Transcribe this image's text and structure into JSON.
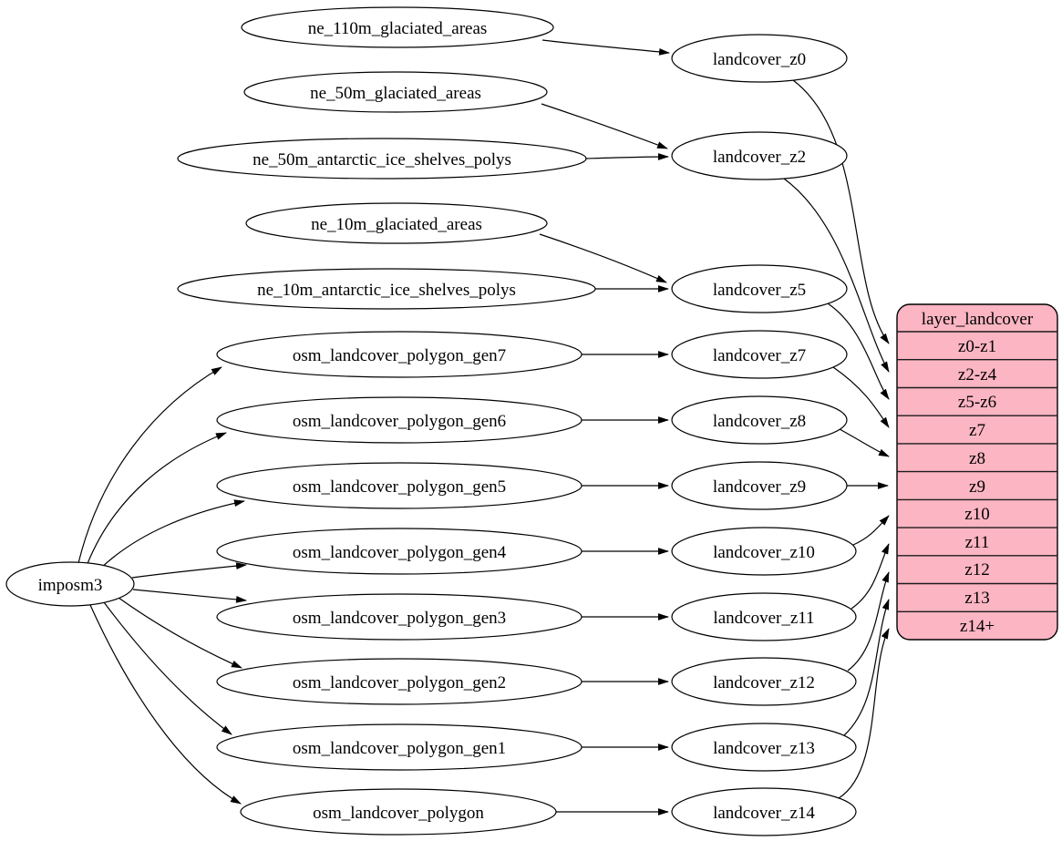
{
  "styles": {
    "background": "#ffffff",
    "node_fill": "#ffffff",
    "node_stroke": "#000000",
    "edge_color": "#000000",
    "table_fill": "#fcb5c2",
    "table_stroke": "#000000",
    "text_color": "#000000"
  },
  "nodes": [
    {
      "id": "imposm3",
      "label": "imposm3"
    },
    {
      "id": "ne_110m_glaciated_areas",
      "label": "ne_110m_glaciated_areas"
    },
    {
      "id": "ne_50m_glaciated_areas",
      "label": "ne_50m_glaciated_areas"
    },
    {
      "id": "ne_50m_antarctic_ice_shelves_polys",
      "label": "ne_50m_antarctic_ice_shelves_polys"
    },
    {
      "id": "ne_10m_glaciated_areas",
      "label": "ne_10m_glaciated_areas"
    },
    {
      "id": "ne_10m_antarctic_ice_shelves_polys",
      "label": "ne_10m_antarctic_ice_shelves_polys"
    },
    {
      "id": "osm_landcover_polygon_gen7",
      "label": "osm_landcover_polygon_gen7"
    },
    {
      "id": "osm_landcover_polygon_gen6",
      "label": "osm_landcover_polygon_gen6"
    },
    {
      "id": "osm_landcover_polygon_gen5",
      "label": "osm_landcover_polygon_gen5"
    },
    {
      "id": "osm_landcover_polygon_gen4",
      "label": "osm_landcover_polygon_gen4"
    },
    {
      "id": "osm_landcover_polygon_gen3",
      "label": "osm_landcover_polygon_gen3"
    },
    {
      "id": "osm_landcover_polygon_gen2",
      "label": "osm_landcover_polygon_gen2"
    },
    {
      "id": "osm_landcover_polygon_gen1",
      "label": "osm_landcover_polygon_gen1"
    },
    {
      "id": "osm_landcover_polygon",
      "label": "osm_landcover_polygon"
    },
    {
      "id": "landcover_z0",
      "label": "landcover_z0"
    },
    {
      "id": "landcover_z2",
      "label": "landcover_z2"
    },
    {
      "id": "landcover_z5",
      "label": "landcover_z5"
    },
    {
      "id": "landcover_z7",
      "label": "landcover_z7"
    },
    {
      "id": "landcover_z8",
      "label": "landcover_z8"
    },
    {
      "id": "landcover_z9",
      "label": "landcover_z9"
    },
    {
      "id": "landcover_z10",
      "label": "landcover_z10"
    },
    {
      "id": "landcover_z11",
      "label": "landcover_z11"
    },
    {
      "id": "landcover_z12",
      "label": "landcover_z12"
    },
    {
      "id": "landcover_z13",
      "label": "landcover_z13"
    },
    {
      "id": "landcover_z14",
      "label": "landcover_z14"
    }
  ],
  "table": {
    "title": "layer_landcover",
    "rows": [
      "z0-z1",
      "z2-z4",
      "z5-z6",
      "z7",
      "z8",
      "z9",
      "z10",
      "z11",
      "z12",
      "z13",
      "z14+"
    ]
  },
  "edges": [
    {
      "from": "imposm3",
      "to": "osm_landcover_polygon_gen7"
    },
    {
      "from": "imposm3",
      "to": "osm_landcover_polygon_gen6"
    },
    {
      "from": "imposm3",
      "to": "osm_landcover_polygon_gen5"
    },
    {
      "from": "imposm3",
      "to": "osm_landcover_polygon_gen4"
    },
    {
      "from": "imposm3",
      "to": "osm_landcover_polygon_gen3"
    },
    {
      "from": "imposm3",
      "to": "osm_landcover_polygon_gen2"
    },
    {
      "from": "imposm3",
      "to": "osm_landcover_polygon_gen1"
    },
    {
      "from": "imposm3",
      "to": "osm_landcover_polygon"
    },
    {
      "from": "ne_110m_glaciated_areas",
      "to": "landcover_z0"
    },
    {
      "from": "ne_50m_glaciated_areas",
      "to": "landcover_z2"
    },
    {
      "from": "ne_50m_antarctic_ice_shelves_polys",
      "to": "landcover_z2"
    },
    {
      "from": "ne_10m_glaciated_areas",
      "to": "landcover_z5"
    },
    {
      "from": "ne_10m_antarctic_ice_shelves_polys",
      "to": "landcover_z5"
    },
    {
      "from": "osm_landcover_polygon_gen7",
      "to": "landcover_z7"
    },
    {
      "from": "osm_landcover_polygon_gen6",
      "to": "landcover_z8"
    },
    {
      "from": "osm_landcover_polygon_gen5",
      "to": "landcover_z9"
    },
    {
      "from": "osm_landcover_polygon_gen4",
      "to": "landcover_z10"
    },
    {
      "from": "osm_landcover_polygon_gen3",
      "to": "landcover_z11"
    },
    {
      "from": "osm_landcover_polygon_gen2",
      "to": "landcover_z12"
    },
    {
      "from": "osm_landcover_polygon_gen1",
      "to": "landcover_z13"
    },
    {
      "from": "osm_landcover_polygon",
      "to": "landcover_z14"
    },
    {
      "from": "landcover_z0",
      "to": "layer_landcover:z0-z1"
    },
    {
      "from": "landcover_z2",
      "to": "layer_landcover:z2-z4"
    },
    {
      "from": "landcover_z5",
      "to": "layer_landcover:z5-z6"
    },
    {
      "from": "landcover_z7",
      "to": "layer_landcover:z7"
    },
    {
      "from": "landcover_z8",
      "to": "layer_landcover:z8"
    },
    {
      "from": "landcover_z9",
      "to": "layer_landcover:z9"
    },
    {
      "from": "landcover_z10",
      "to": "layer_landcover:z10"
    },
    {
      "from": "landcover_z11",
      "to": "layer_landcover:z11"
    },
    {
      "from": "landcover_z12",
      "to": "layer_landcover:z12"
    },
    {
      "from": "landcover_z13",
      "to": "layer_landcover:z13"
    },
    {
      "from": "landcover_z14",
      "to": "layer_landcover:z14+"
    }
  ]
}
